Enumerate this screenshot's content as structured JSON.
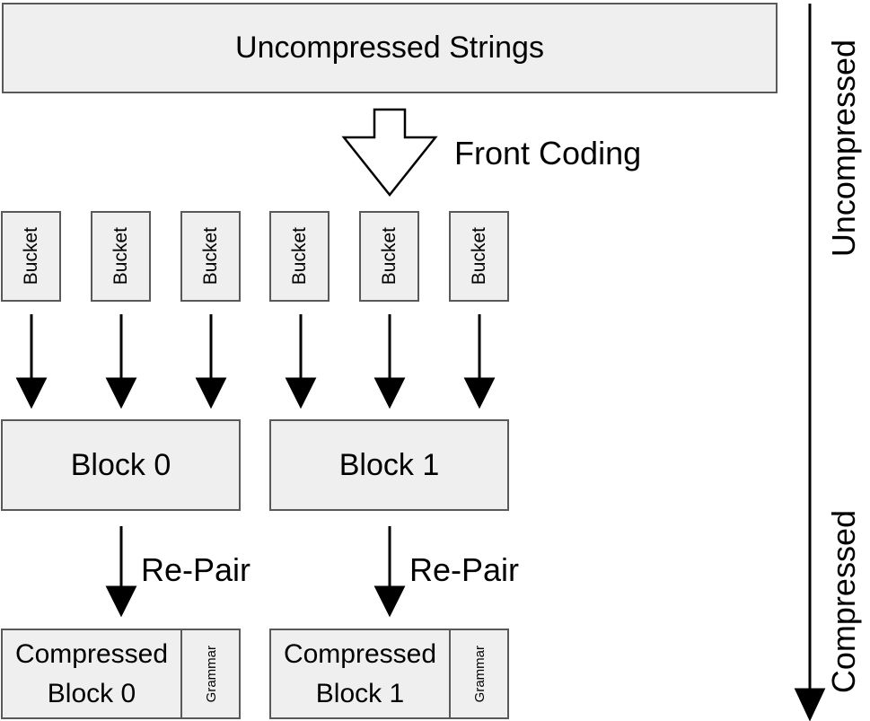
{
  "top": {
    "label": "Uncompressed Strings"
  },
  "front_coding": {
    "label": "Front Coding"
  },
  "buckets": [
    "Bucket",
    "Bucket",
    "Bucket",
    "Bucket",
    "Bucket",
    "Bucket"
  ],
  "blocks": [
    {
      "label": "Block 0",
      "repair": "Re-Pair",
      "compressed_line1": "Compressed",
      "compressed_line2": "Block 0",
      "grammar": "Grammar"
    },
    {
      "label": "Block 1",
      "repair": "Re-Pair",
      "compressed_line1": "Compressed",
      "compressed_line2": "Block 1",
      "grammar": "Grammar"
    }
  ],
  "axis": {
    "top_label": "Uncompressed",
    "bottom_label": "Compressed"
  }
}
